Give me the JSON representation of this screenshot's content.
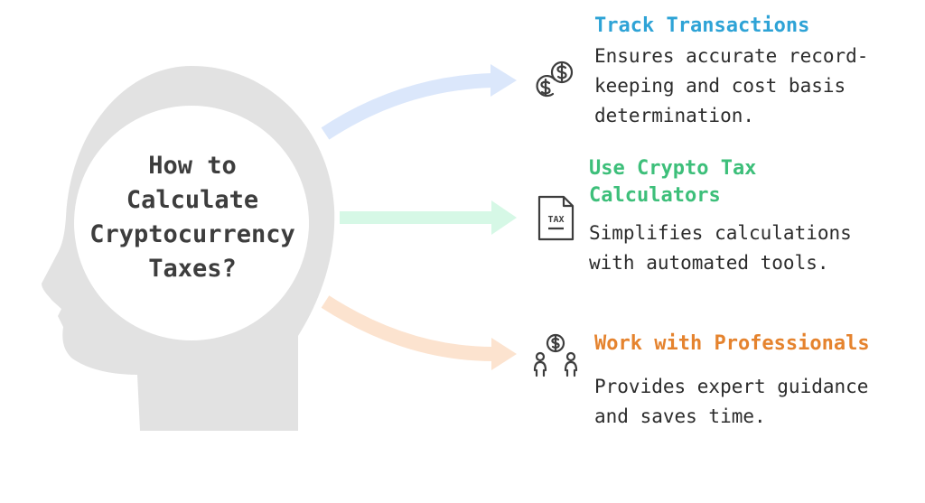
{
  "center": {
    "title": "How to\nCalculate\nCryptocurrency\nTaxes?"
  },
  "branches": [
    {
      "title": "Track Transactions",
      "description": "Ensures accurate record-\nkeeping and cost basis\ndetermination.",
      "icon": "dollar-coins-icon",
      "color": "#2ea3d6",
      "arrow_color": "#dbe7fb"
    },
    {
      "title": "Use Crypto Tax\nCalculators",
      "description": "Simplifies calculations\nwith automated tools.",
      "icon": "tax-document-icon",
      "icon_text": "TAX",
      "color": "#3dbf7a",
      "arrow_color": "#d6f8e6"
    },
    {
      "title": "Work with Professionals",
      "description": "Provides expert guidance\nand saves time.",
      "icon": "people-with-dollar-icon",
      "color": "#e5832e",
      "arrow_color": "#fce3cf"
    }
  ],
  "colors": {
    "head": "#e2e2e2",
    "circle_fill": "#ffffff",
    "icon_stroke": "#3d3d3d"
  }
}
